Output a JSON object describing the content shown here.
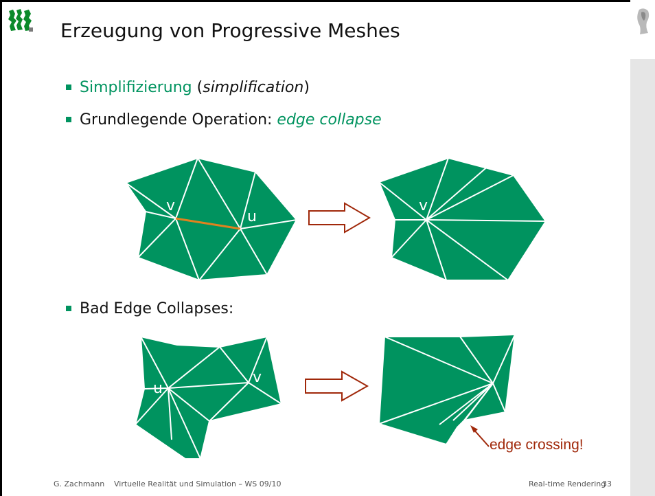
{
  "slide": {
    "title": "Erzeugung von Progressive Meshes",
    "bullets": [
      {
        "main": "Simplifizierung",
        "paren_open": " (",
        "italic": "simplification",
        "paren_close": ")"
      },
      {
        "main": "Grundlegende Operation: ",
        "italic": "edge collapse"
      },
      {
        "main": "Bad Edge Collapses:"
      }
    ],
    "mesh_labels": {
      "v1": "v",
      "u1": "u",
      "v2": "v",
      "u3": "u",
      "v3": "v"
    },
    "annotation": "edge crossing!",
    "footer": {
      "author": "G. Zachmann",
      "course": "Virtuelle Realität und Simulation – WS 09/10",
      "section": "Real-time Rendering",
      "page": "33"
    }
  },
  "colors": {
    "accent": "#00935f",
    "mesh_fill": "#00935f",
    "collapse_edge": "#e0821e",
    "arrow": "#a0280a",
    "annotation": "#a0280a"
  },
  "icons": [
    "university-logo-icon",
    "portrait-icon"
  ]
}
